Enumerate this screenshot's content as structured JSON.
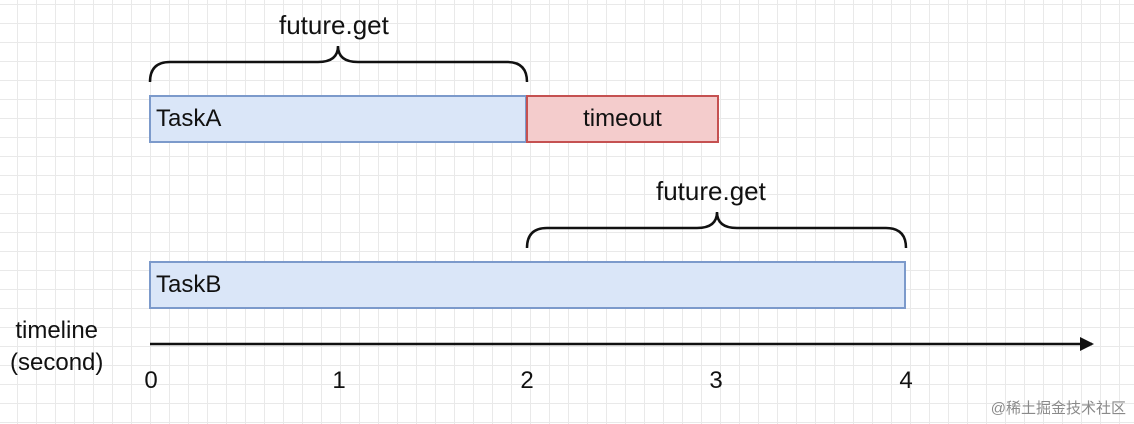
{
  "brackets": {
    "top_label": "future.get",
    "middle_label": "future.get"
  },
  "tasks": {
    "task_a": "TaskA",
    "timeout": "timeout",
    "task_b": "TaskB"
  },
  "axis": {
    "label_line1": "timeline",
    "label_line2": "(second)",
    "ticks": [
      "0",
      "1",
      "2",
      "3",
      "4"
    ]
  },
  "watermark": "@稀土掘金技术社区",
  "colors": {
    "task_fill": "#dae6f8",
    "task_border": "#7c9acb",
    "timeout_fill": "#f4cccc",
    "timeout_border": "#c55151"
  }
}
